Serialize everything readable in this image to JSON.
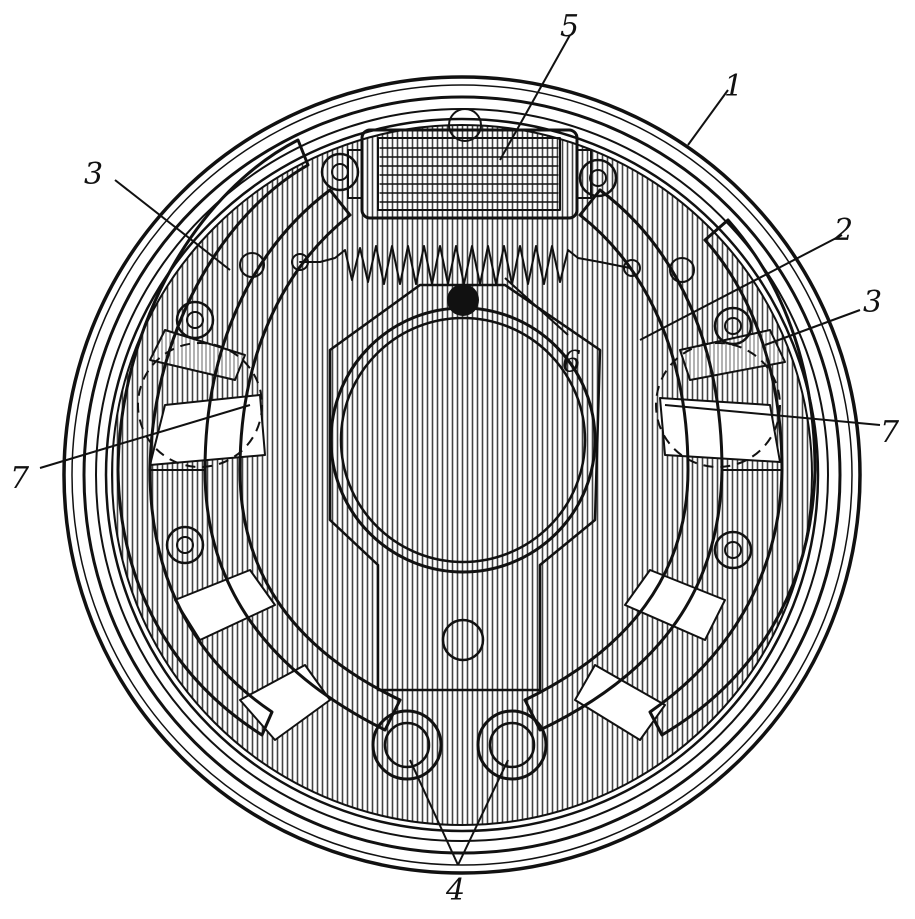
{
  "colors": {
    "ink": "#111111",
    "paper": "#ffffff",
    "hatch": "#444444"
  },
  "labels": {
    "drum": "1",
    "shoe_web": "2",
    "shoe_lining_left": "3",
    "shoe_lining_right": "3",
    "anchor_pins": "4",
    "wheel_cylinder": "5",
    "return_spring": "6",
    "adjuster_left": "7",
    "adjuster_right": "7"
  }
}
